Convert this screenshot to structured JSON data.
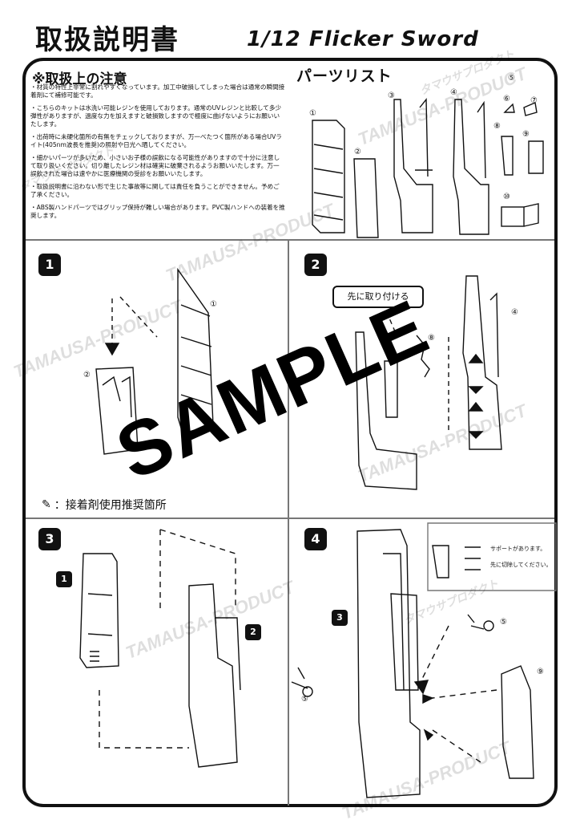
{
  "header": {
    "title_jp": "取扱説明書",
    "title_en": "1/12 Flicker Sword"
  },
  "notes": {
    "title": "※取扱上の注意",
    "items": [
      "・材質の特性上非常に割れやすくなっています。加工中破損してしまった場合は通常の瞬間接着剤にて補修可能です。",
      "・こちらのキットは水洗い可能レジンを使用しております。通常のUVレジンと比較して多少弾性がありますが、過度な力を加えますと破損致しますので極度に曲げないようにお願いいたします。",
      "・出荷時に未硬化箇所の有無をチェックしておりますが、万一べたつく箇所がある場合UVライト(405nm波長を推奨)の照射や日光へ晒してください。",
      "・細かいパーツが多いため、小さいお子様の誤飲になる可能性がありますので十分に注意して取り扱いください。切り離したレジン材は確実に破棄されるようお願いいたします。万一誤飲された場合は速やかに医療機関の受診をお願いいたします。",
      "・取扱説明書に沿わない形で生じた事故等に関しては責任を負うことができません。予めご了承ください。",
      "・ABS製ハンドパーツではグリップ保持が難しい場合があります。PVC製ハンドへの装着を推奨します。"
    ]
  },
  "parts": {
    "title": "パーツリスト",
    "labels": [
      "①",
      "②",
      "③",
      "④",
      "⑤",
      "⑥",
      "⑦",
      "⑧",
      "⑨",
      "⑩"
    ]
  },
  "steps": {
    "s1": "1",
    "s2": "2",
    "s3": "3",
    "s4": "4",
    "s3_sub1": "1",
    "s3_sub2": "2",
    "s4_sub3": "3"
  },
  "step_labels": {
    "s1_p1": "①",
    "s1_p2": "②",
    "s2_p8": "⑧",
    "s2_p4": "④",
    "s4_p5a": "⑤",
    "s4_p5b": "⑤",
    "s4_p9": "⑨"
  },
  "step2_callout": "先に取り付ける",
  "glue_legend": "：接着剤使用推奨箇所",
  "support_note": [
    "サポートがあります。",
    "先に切除してください。"
  ],
  "overlay": {
    "sample": "SAMPLE",
    "watermark_a": "TAMAUSA-PRODUCT",
    "watermark_b": "タマウサプロダクト"
  }
}
